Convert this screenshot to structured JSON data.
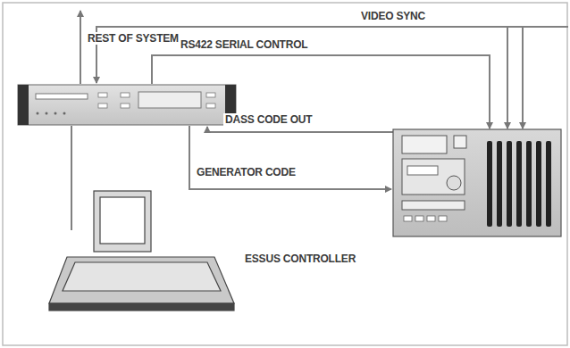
{
  "diagram": {
    "labels": [
      "REST OF SYSTEM",
      "VIDEO SYNC",
      "RS422 SERIAL CONTROL",
      "DASS CODE OUT",
      "GENERATOR CODE",
      "ESSUS CONTROLLER"
    ]
  }
}
